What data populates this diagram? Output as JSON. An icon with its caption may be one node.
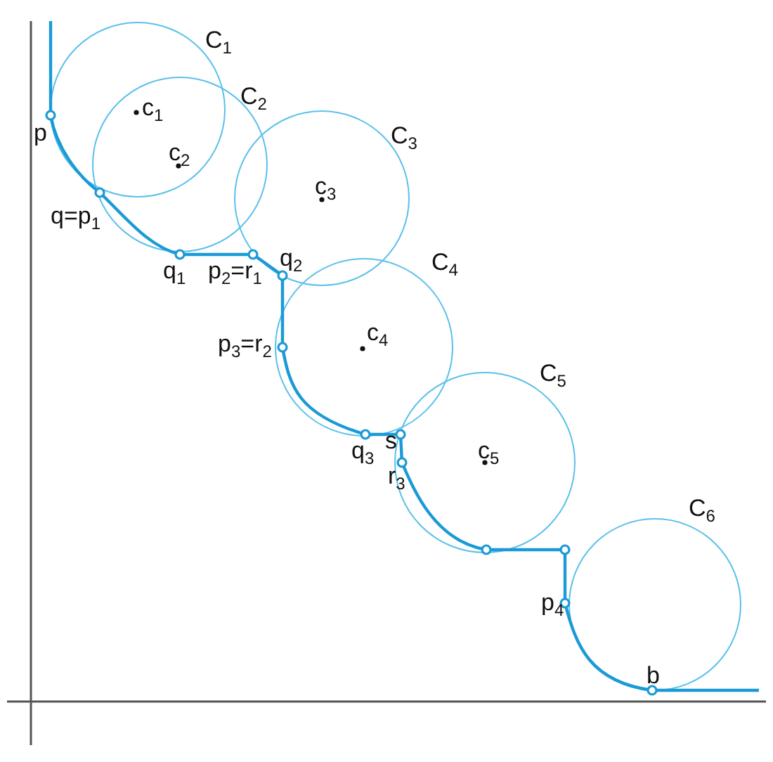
{
  "diagram": {
    "labels": [
      "C$_{1}$",
      "c$_{1}$",
      "C$_{2}$",
      "p",
      "c$_{2}$",
      "C$_{3}$",
      "c$_{3}$",
      "q=p$_{1}$",
      "q$_{1}$",
      "p$_{2}$=r$_{1}$",
      "q$_{2}$",
      "C$_{4}$",
      "c$_{4}$",
      "p$_{3}$=r$_{2}$",
      "C$_{5}$",
      "q$_{3}$",
      "s",
      "c$_{5}$",
      "r$_{3}$",
      "C$_{6}$",
      "p$_{4}$",
      "b"
    ]
  }
}
